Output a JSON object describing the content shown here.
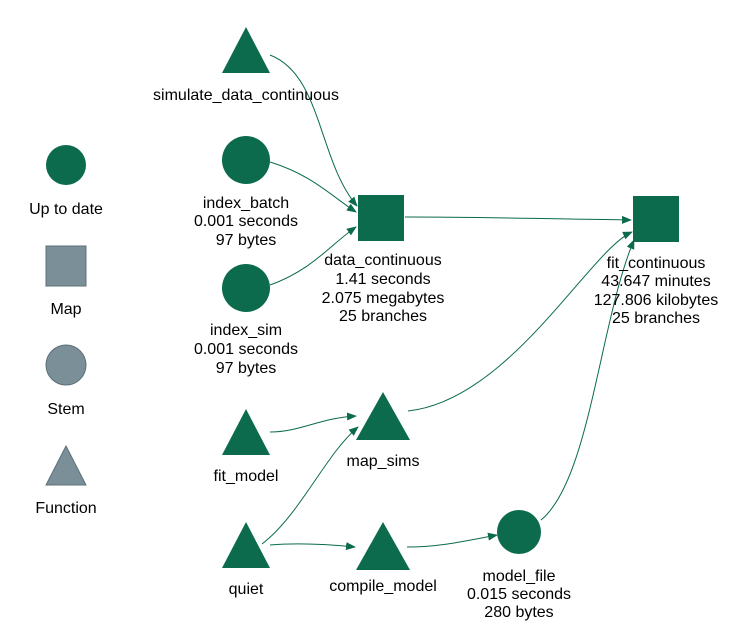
{
  "colors": {
    "up_to_date": "#0b6b4c",
    "legend_shape": "#7b8f98",
    "legend_stroke": "#5d7079",
    "edge": "#0b6b4c"
  },
  "legend": [
    {
      "label": "Up to date",
      "shape": "circle"
    },
    {
      "label": "Map",
      "shape": "square"
    },
    {
      "label": "Stem",
      "shape": "circle"
    },
    {
      "label": "Function",
      "shape": "triangle"
    }
  ],
  "nodes": {
    "simulate_data_continuous": {
      "shape": "triangle",
      "lines": [
        "simulate_data_continuous"
      ]
    },
    "index_batch": {
      "shape": "circle",
      "lines": [
        "index_batch",
        "0.001 seconds",
        "97 bytes"
      ]
    },
    "index_sim": {
      "shape": "circle",
      "lines": [
        "index_sim",
        "0.001 seconds",
        "97 bytes"
      ]
    },
    "data_continuous": {
      "shape": "square",
      "lines": [
        "data_continuous",
        "1.41 seconds",
        "2.075 megabytes",
        "25 branches"
      ]
    },
    "fit_continuous": {
      "shape": "square",
      "lines": [
        "fit_continuous",
        "43.647 minutes",
        "127.806 kilobytes",
        "25 branches"
      ]
    },
    "fit_model": {
      "shape": "triangle",
      "lines": [
        "fit_model"
      ]
    },
    "map_sims": {
      "shape": "triangle",
      "lines": [
        "map_sims"
      ]
    },
    "quiet": {
      "shape": "triangle",
      "lines": [
        "quiet"
      ]
    },
    "compile_model": {
      "shape": "triangle",
      "lines": [
        "compile_model"
      ]
    },
    "model_file": {
      "shape": "circle",
      "lines": [
        "model_file",
        "0.015 seconds",
        "280 bytes"
      ]
    }
  },
  "edges": [
    [
      "simulate_data_continuous",
      "data_continuous"
    ],
    [
      "index_batch",
      "data_continuous"
    ],
    [
      "index_sim",
      "data_continuous"
    ],
    [
      "data_continuous",
      "fit_continuous"
    ],
    [
      "fit_model",
      "map_sims"
    ],
    [
      "quiet",
      "map_sims"
    ],
    [
      "quiet",
      "compile_model"
    ],
    [
      "map_sims",
      "fit_continuous"
    ],
    [
      "compile_model",
      "model_file"
    ],
    [
      "model_file",
      "fit_continuous"
    ]
  ]
}
